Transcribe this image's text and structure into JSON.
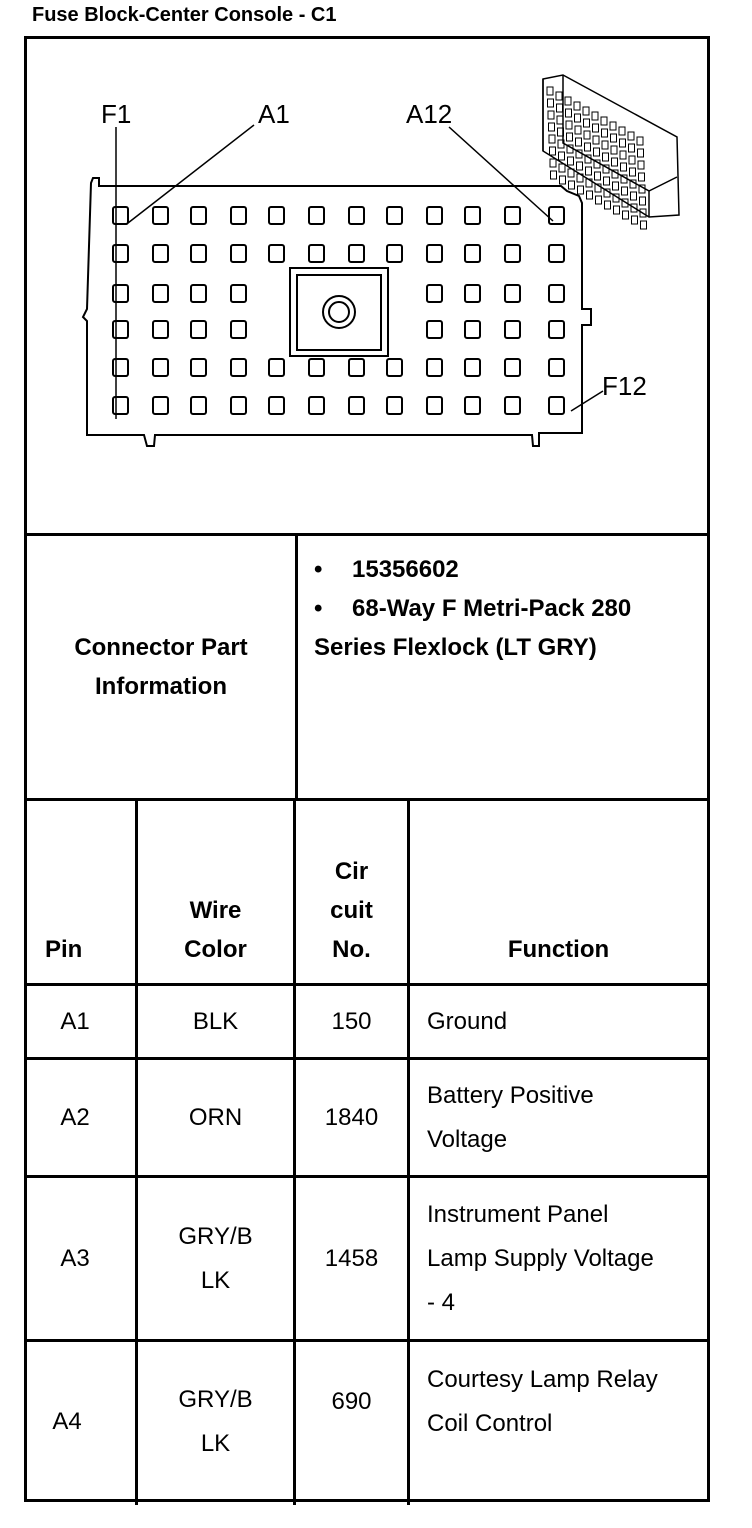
{
  "title": "Fuse Block-Center Console - C1",
  "diagram": {
    "labels": {
      "f1": "F1",
      "a1": "A1",
      "a12": "A12",
      "f12": "F12"
    }
  },
  "connector_info": {
    "label": "Connector Part Information",
    "bullets": [
      "15356602",
      "68-Way F Metri-Pack 280 Series Flexlock (LT GRY)"
    ],
    "bullet_symbol": "•"
  },
  "table": {
    "headers": {
      "pin": "Pin",
      "wire_color": "Wire Color",
      "circuit_no": "Cir cuit No.",
      "function": "Function"
    },
    "rows": [
      {
        "pin": "A1",
        "wire_color": "BLK",
        "circuit_no": "150",
        "function": "Ground"
      },
      {
        "pin": "A2",
        "wire_color": "ORN",
        "circuit_no": "1840",
        "function": "Battery Positive Voltage"
      },
      {
        "pin": "A3",
        "wire_color": "GRY/BLK",
        "circuit_no": "1458",
        "function": "Instrument Panel Lamp Supply Voltage - 4"
      },
      {
        "pin": "A4",
        "wire_color": "GRY/BLK",
        "circuit_no": "690",
        "function": "Courtesy Lamp Relay Coil Control"
      }
    ]
  }
}
